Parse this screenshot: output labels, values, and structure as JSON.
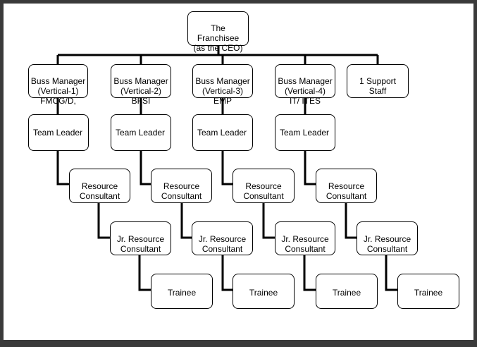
{
  "chart": {
    "root": "The\nFranchisee\n(as the CEO)",
    "managers": [
      "Buss Manager\n(Vertical-1)\nFMCG/D,",
      "Buss Manager\n(Vertical-2)\nBFSI",
      "Buss Manager\n(Vertical-3)\nEMP",
      "Buss Manager\n(Vertical-4)\nIT/ ITES"
    ],
    "support": "1 Support\nStaff",
    "team_leaders": [
      "Team Leader",
      "Team Leader",
      "Team Leader",
      "Team Leader"
    ],
    "resource_consultants": [
      "Resource\nConsultant",
      "Resource\nConsultant",
      "Resource\nConsultant",
      "Resource\nConsultant"
    ],
    "jr_resource_consultants": [
      "Jr. Resource\nConsultant",
      "Jr. Resource\nConsultant",
      "Jr. Resource\nConsultant",
      "Jr. Resource\nConsultant"
    ],
    "trainees": [
      "Trainee",
      "Trainee",
      "Trainee",
      "Trainee"
    ]
  }
}
